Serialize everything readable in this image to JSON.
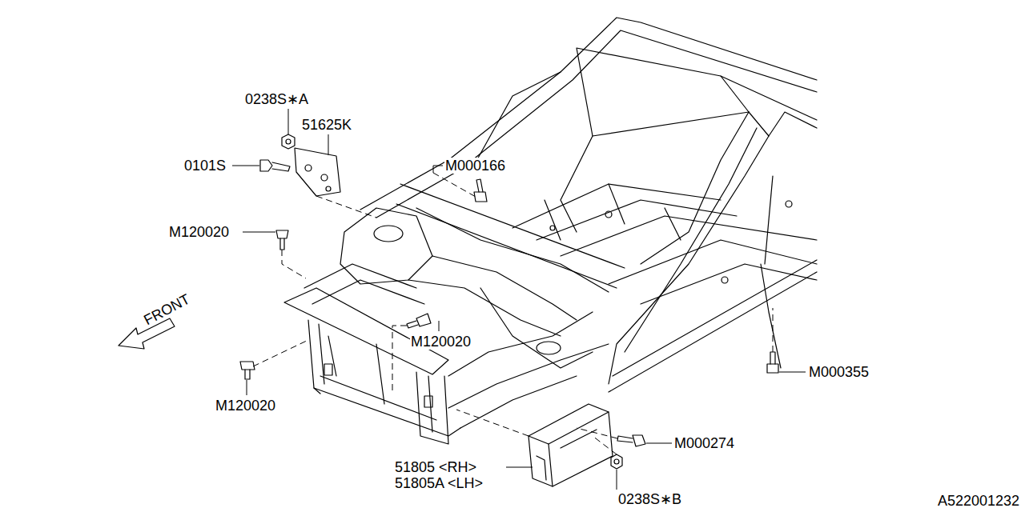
{
  "diagram": {
    "labels": [
      "0238S∗A",
      "51625K",
      "0101S",
      "M000166",
      "M120020",
      "FRONT",
      "M120020",
      "M000355",
      "M120020",
      "M000274",
      "51805 <RH>",
      "51805A <LH>",
      "0238S∗B",
      "A522001232"
    ]
  }
}
